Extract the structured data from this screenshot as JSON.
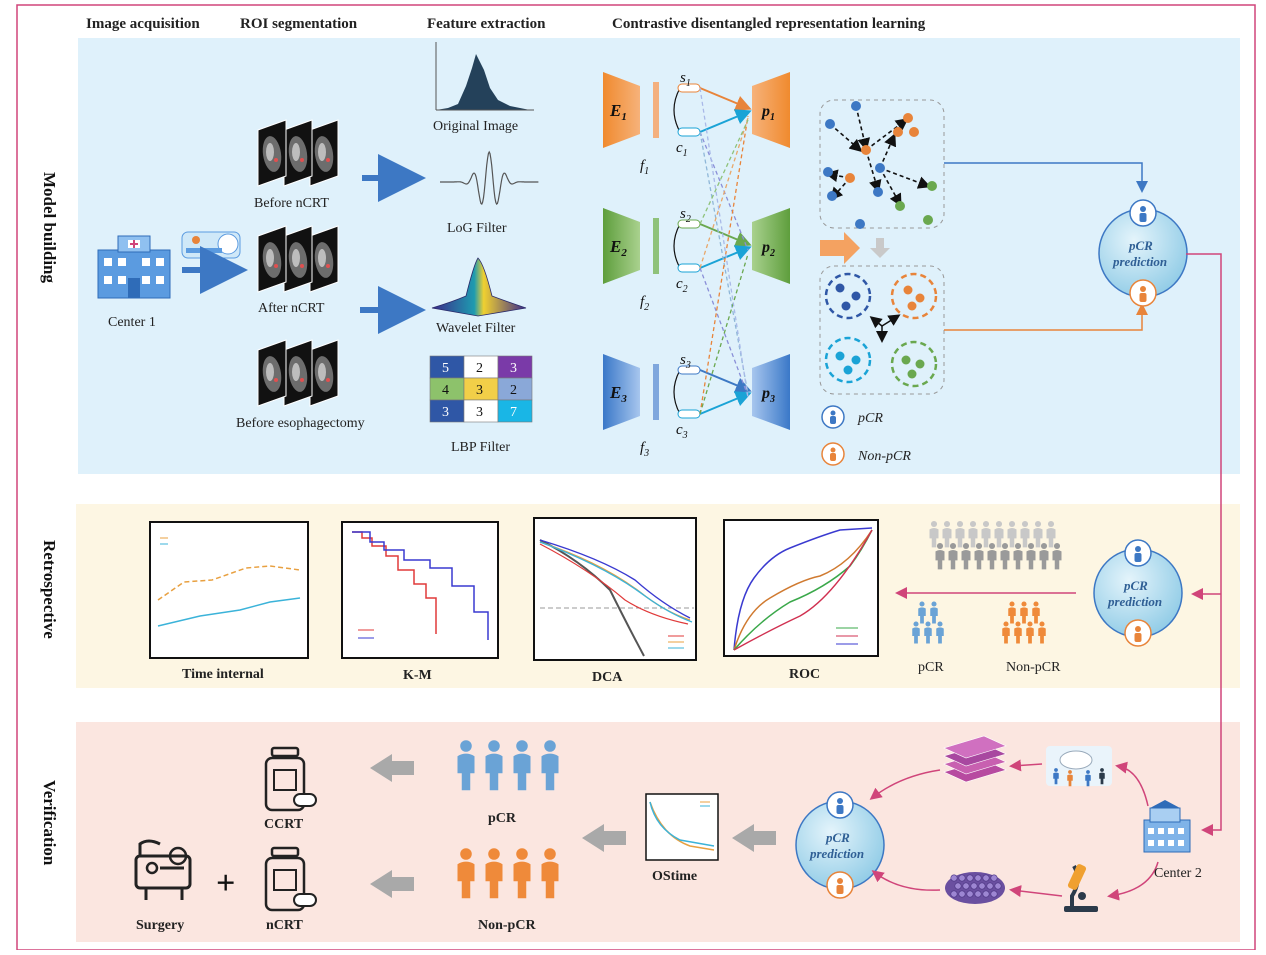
{
  "headers": {
    "acquisition": "Image acquisition",
    "roi": "ROI segmentation",
    "feature": "Feature extraction",
    "cdrl": "Contrastive disentangled representation learning"
  },
  "sections": {
    "model": "Model building",
    "retro": "Retrospective",
    "verify": "Verification"
  },
  "acquisition": {
    "center1": "Center 1"
  },
  "roi": {
    "before": "Before nCRT",
    "after": "After nCRT",
    "esoph": "Before esophagectomy"
  },
  "features": {
    "original": "Original Image",
    "log": "LoG Filter",
    "wavelet": "Wavelet Filter",
    "lbp": "LBP Filter",
    "lbp_grid": [
      "5",
      "2",
      "3",
      "4",
      "3",
      "2",
      "3",
      "3",
      "7"
    ]
  },
  "cdrl": {
    "encoders": [
      "E1",
      "E2",
      "E3"
    ],
    "e_sub": [
      "1",
      "2",
      "3"
    ],
    "f_main": "f",
    "s_main": "s",
    "c_main": "c",
    "p_main": "p",
    "legend_pcr": "pCR",
    "legend_nonpcr": "Non-pCR"
  },
  "prediction": {
    "line1": "pCR",
    "line2": "prediction"
  },
  "retro": {
    "charts": [
      "Time internal",
      "K-M",
      "DCA",
      "ROC"
    ],
    "pcr": "pCR",
    "nonpcr": "Non-pCR"
  },
  "verify": {
    "ccrt": "CCRT",
    "ncrt": "nCRT",
    "surgery": "Surgery",
    "plus": "+",
    "pcr": "pCR",
    "nonpcr": "Non-pCR",
    "ostime": "OStime",
    "center2": "Center 2"
  },
  "colors": {
    "model_bg": "#dff1fb",
    "retro_bg": "#fdf6e3",
    "verify_bg": "#fbe6e0",
    "border": "#d0457a",
    "green": "#6aa84f",
    "orange": "#e8843a",
    "blue": "#3d78c4"
  }
}
